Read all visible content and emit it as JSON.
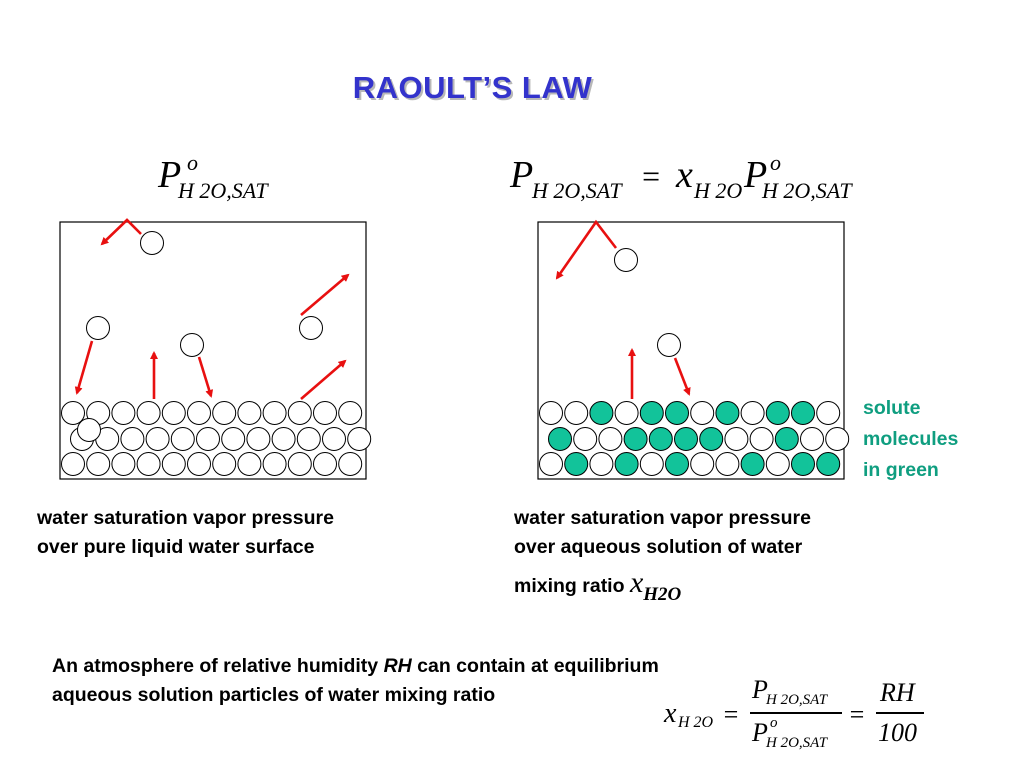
{
  "title": "RAOULT’S LAW",
  "left_panel": {
    "formula": {
      "P": "P",
      "sup": "o",
      "sub": "H 2O,SAT"
    },
    "caption_line1": "water saturation vapor pressure",
    "caption_line2": "over pure liquid water surface"
  },
  "right_panel": {
    "formula": {
      "P1": "P",
      "sub1": "H 2O,SAT",
      "eq": "=",
      "x": "x",
      "xsub": "H 2O",
      "P2": "P",
      "sup2": "o",
      "sub2": "H 2O,SAT"
    },
    "caption_line1": "water saturation vapor pressure",
    "caption_line2": "over aqueous solution of water",
    "caption_line3": "mixing ratio",
    "mixing_symbol": "x",
    "mixing_symbol_sub": "H2O",
    "solute_note": [
      "solute",
      "molecules",
      "in green"
    ]
  },
  "bottom": {
    "line1_a": "An atmosphere of relative humidity ",
    "line1_rh": "RH",
    "line1_b": " can contain at equilibrium",
    "line2": "aqueous solution particles of water mixing ratio",
    "eq": {
      "x": "x",
      "xsub": "H 2O",
      "eq1": "=",
      "num_P": "P",
      "num_sub": "H 2O,SAT",
      "den_P": "P",
      "den_sup": "o",
      "den_sub": "H 2O,SAT",
      "eq2": "=",
      "num2": "RH",
      "den2": "100"
    }
  },
  "colors": {
    "title": "#3333cc",
    "arrow": "#e81010",
    "solute": "#12c39a",
    "solute_text": "#0f9e80"
  }
}
